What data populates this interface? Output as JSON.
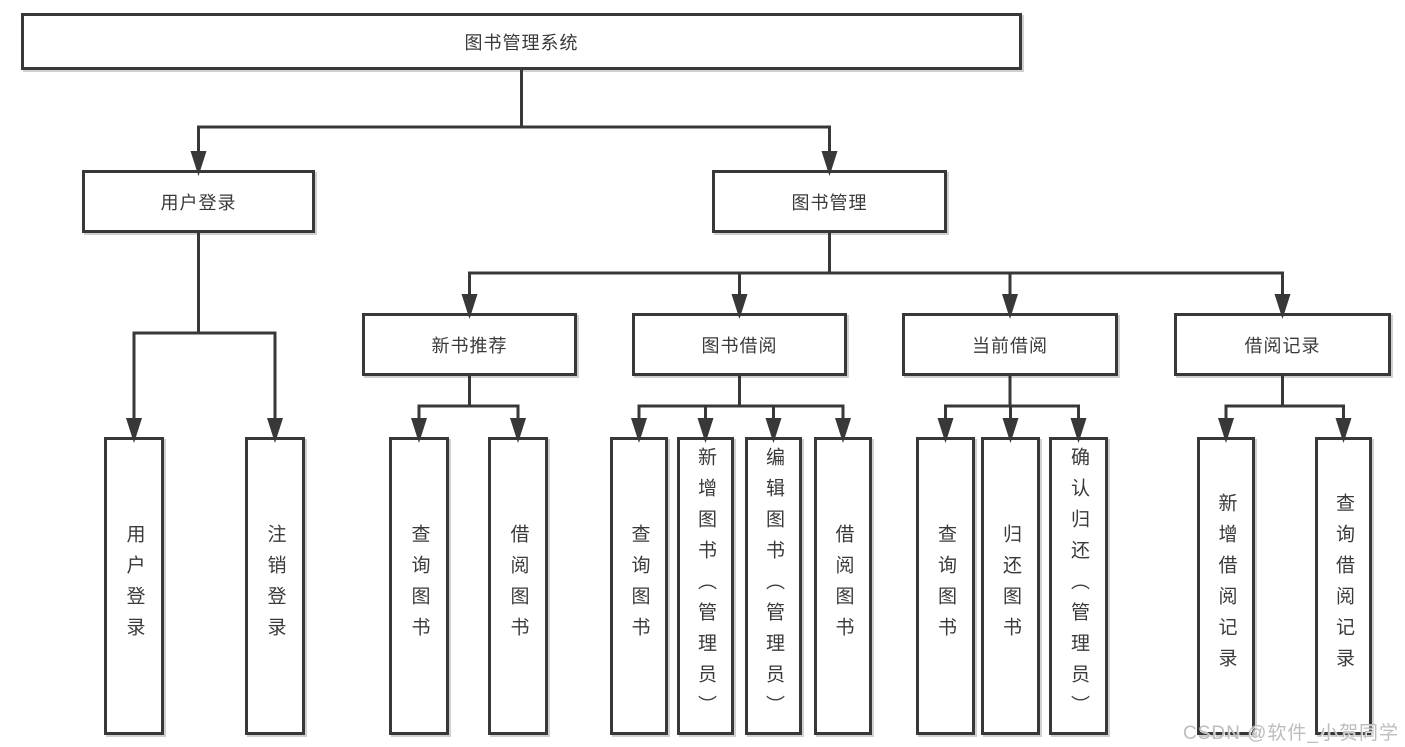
{
  "diagram": {
    "title": "图书管理系统",
    "nodes": [
      {
        "id": "root",
        "label": "图书管理系统",
        "orientation": "horizontal"
      },
      {
        "id": "user-login",
        "label": "用户登录",
        "orientation": "horizontal"
      },
      {
        "id": "book-mgmt",
        "label": "图书管理",
        "orientation": "horizontal"
      },
      {
        "id": "new-books",
        "label": "新书推荐",
        "orientation": "horizontal"
      },
      {
        "id": "book-borrow",
        "label": "图书借阅",
        "orientation": "horizontal"
      },
      {
        "id": "current-borrow",
        "label": "当前借阅",
        "orientation": "horizontal"
      },
      {
        "id": "borrow-records",
        "label": "借阅记录",
        "orientation": "horizontal"
      },
      {
        "id": "login",
        "label": "用户登录",
        "orientation": "vertical"
      },
      {
        "id": "logout",
        "label": "注销登录",
        "orientation": "vertical"
      },
      {
        "id": "nb-query",
        "label": "查询图书",
        "orientation": "vertical"
      },
      {
        "id": "nb-borrow",
        "label": "借阅图书",
        "orientation": "vertical"
      },
      {
        "id": "bb-query",
        "label": "查询图书",
        "orientation": "vertical"
      },
      {
        "id": "bb-add",
        "label": "新增图书（管理员）",
        "orientation": "vertical"
      },
      {
        "id": "bb-edit",
        "label": "编辑图书（管理员）",
        "orientation": "vertical"
      },
      {
        "id": "bb-borrow",
        "label": "借阅图书",
        "orientation": "vertical"
      },
      {
        "id": "cb-query",
        "label": "查询图书",
        "orientation": "vertical"
      },
      {
        "id": "cb-return",
        "label": "归还图书",
        "orientation": "vertical"
      },
      {
        "id": "cb-confirm",
        "label": "确认归还（管理员）",
        "orientation": "vertical"
      },
      {
        "id": "br-add",
        "label": "新增借阅记录",
        "orientation": "vertical"
      },
      {
        "id": "br-query",
        "label": "查询借阅记录",
        "orientation": "vertical"
      }
    ],
    "edges": [
      [
        "root",
        "user-login"
      ],
      [
        "root",
        "book-mgmt"
      ],
      [
        "user-login",
        "login"
      ],
      [
        "user-login",
        "logout"
      ],
      [
        "book-mgmt",
        "new-books"
      ],
      [
        "book-mgmt",
        "book-borrow"
      ],
      [
        "book-mgmt",
        "current-borrow"
      ],
      [
        "book-mgmt",
        "borrow-records"
      ],
      [
        "new-books",
        "nb-query"
      ],
      [
        "new-books",
        "nb-borrow"
      ],
      [
        "book-borrow",
        "bb-query"
      ],
      [
        "book-borrow",
        "bb-add"
      ],
      [
        "book-borrow",
        "bb-edit"
      ],
      [
        "book-borrow",
        "bb-borrow"
      ],
      [
        "current-borrow",
        "cb-query"
      ],
      [
        "current-borrow",
        "cb-return"
      ],
      [
        "current-borrow",
        "cb-confirm"
      ],
      [
        "borrow-records",
        "br-add"
      ],
      [
        "borrow-records",
        "br-query"
      ]
    ]
  },
  "watermark": {
    "text": "CSDN @软件_小贺同学"
  },
  "colors": {
    "line": "#383838",
    "box_border": "#383838",
    "text": "#3a3a3a",
    "background": "#ffffff",
    "watermark": "#bdbdbd"
  }
}
